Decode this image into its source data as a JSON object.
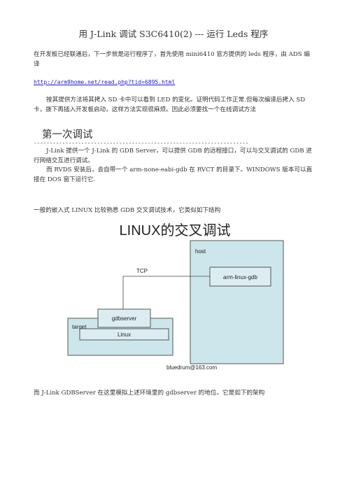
{
  "title": "用 J-Link 调试 S3C6410(2) ---  运行 Leds 程序",
  "intro": "在开发板已经联通后，下一步就是运行程序了，首先使用 mini6410 官方提供的 leds 程序，由 ADS 编译",
  "link": "http://arm9home.net/read.php?tid=6895.html",
  "para2": "按其提供方法将其拷入 SD 卡中可以看到 LED 的变化。证明代码工作正常.但每次编译后拷入 SD 卡，拨下再插入开发板启动，这样方法实现很麻烦。因此必须要找一个在线调试方法",
  "section_heading": "第一次调试",
  "rule": "--------------------------------------------------------------------",
  "para3": "J-Link 提供一个 J-Link 的 GDB Server，可以提供 GDB 的远程接口，可以与交叉调试的 GDB 进行网络交互进行调试。",
  "para4": "而 RVDS 安装后，会自带一个 arm-none-eabi-gdb 在 RVCT 的目录下。WINDOWS 版本可以直接在 DOS 窗下运行它.",
  "para5": "一般的嵌入式 LINUX 比较熟悉 GDB 交叉调试技术，它类似如下结构",
  "diagram": {
    "title": "LINUX的交叉调试",
    "host_label": "host",
    "host_box": "arm-linux-gdb",
    "tcp_label": "TCP",
    "target_label": "target",
    "gdbserver_box": "gdbserver",
    "linux_box": "Linux",
    "credit": "bluedrum@163.com",
    "colors": {
      "box_fill": "#cce6ec",
      "inner_fill": "#dcedf1",
      "border": "#555555"
    }
  },
  "para6": "而 J-Link GDBServer 在这里模拟上述环境里的 gdbserver 的地位。它是如下的架构"
}
